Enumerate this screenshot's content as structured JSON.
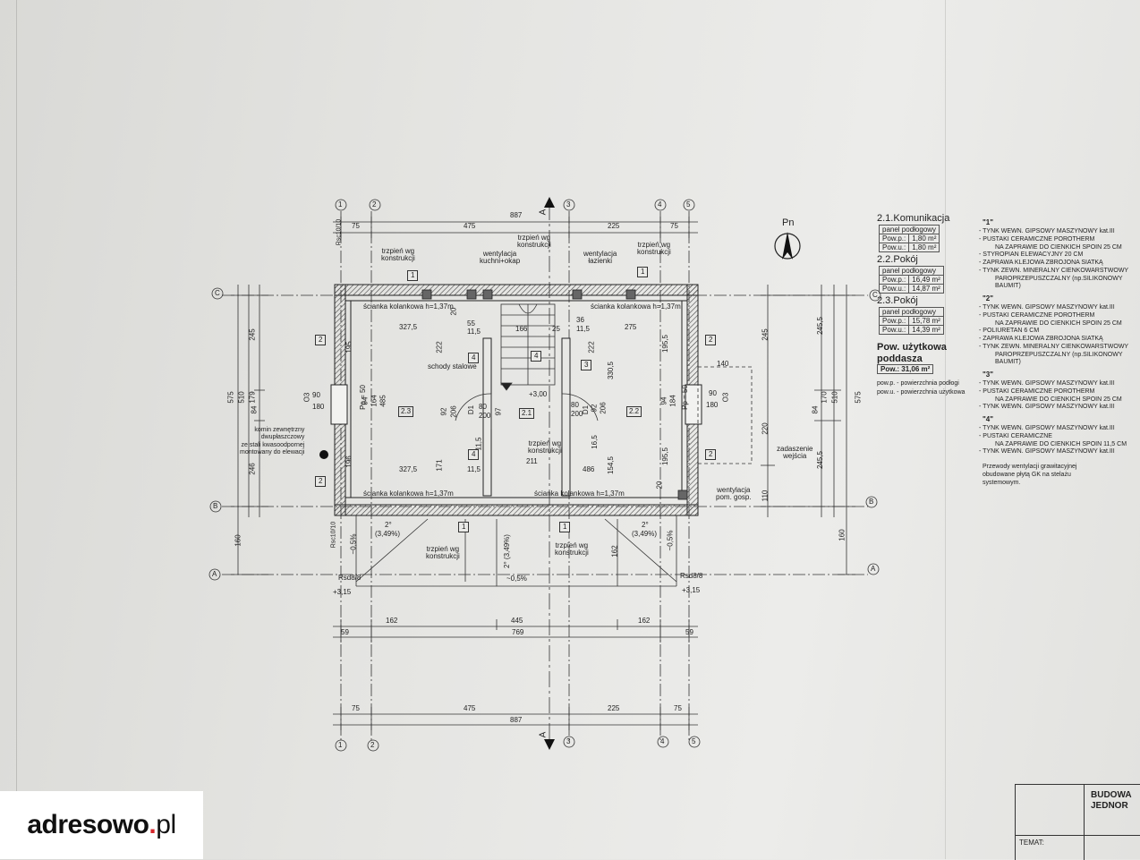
{
  "dims": {
    "top": [
      "75",
      "475",
      "887",
      "225",
      "75"
    ],
    "bottom": [
      "75",
      "475",
      "887",
      "225",
      "75"
    ],
    "wall": [
      "162",
      "445",
      "162",
      "59",
      "769",
      "59"
    ],
    "left": [
      "575",
      "510",
      "179",
      "84",
      "245",
      "246",
      "160"
    ],
    "right": [
      "575",
      "510",
      "170",
      "84",
      "245,5",
      "245,5",
      "245",
      "220",
      "110",
      "160"
    ]
  },
  "axes": {
    "cols": [
      "1",
      "2",
      "3",
      "4",
      "5"
    ],
    "rows": [
      "C",
      "B",
      "A"
    ],
    "section": "A"
  },
  "north": "Pn",
  "rooms": [
    {
      "num": "2.1",
      "name": "Komunikacja",
      "rows": [
        [
          "panel podłogowy",
          ""
        ],
        [
          "Pow.p.:",
          "1,80 m²"
        ],
        [
          "Pow.u.:",
          "1,80 m²"
        ]
      ]
    },
    {
      "num": "2.2",
      "name": "Pokój",
      "rows": [
        [
          "panel podłogowy",
          ""
        ],
        [
          "Pow.p.:",
          "16,49 m²"
        ],
        [
          "Pow.u.:",
          "14,87 m²"
        ]
      ]
    },
    {
      "num": "2.3",
      "name": "Pokój",
      "rows": [
        [
          "panel podłogowy",
          ""
        ],
        [
          "Pow.p.:",
          "15,78 m²"
        ],
        [
          "Pow.u.:",
          "14,39 m²"
        ]
      ]
    }
  ],
  "usable": {
    "title_1": "Pow. użytkowa",
    "title_2": "poddasza",
    "total": "Pow.: 31,06 m²",
    "note_1": "pow.p. - powierzchnia podłogi",
    "note_2": "pow.u. - powierzchnia użytkowa"
  },
  "specs": [
    {
      "num": "\"1\"",
      "lines": [
        "- TYNK WEWN. GIPSOWY MASZYNOWY kat.III",
        "- PUSTAKI CERAMICZNE POROTHERM",
        "NA ZAPRAWIE DO CIENKICH SPOIN 25 CM",
        "- STYROPIAN ELEWACYJNY 20 CM",
        "- ZAPRAWA KLEJOWA ZBROJONA SIATKĄ",
        "- TYNK ZEWN. MINERALNY CIENKOWARSTWOWY",
        "PAROPRZEPUSZCZALNY (np.SILIKONOWY",
        "BAUMIT)"
      ]
    },
    {
      "num": "\"2\"",
      "lines": [
        "- TYNK WEWN. GIPSOWY MASZYNOWY kat.III",
        "- PUSTAKI CERAMICZNE POROTHERM",
        "NA ZAPRAWIE DO CIENKICH SPOIN 25 CM",
        "- POLIURETAN 6 CM",
        "- ZAPRAWA KLEJOWA ZBROJONA SIATKĄ",
        "- TYNK ZEWN. MINERALNY CIENKOWARSTWOWY",
        "PAROPRZEPUSZCZALNY (np.SILIKONOWY",
        "BAUMIT)"
      ]
    },
    {
      "num": "\"3\"",
      "lines": [
        "- TYNK WEWN. GIPSOWY MASZYNOWY kat.III",
        "- PUSTAKI CERAMICZNE POROTHERM",
        "NA ZAPRAWIE DO CIENKICH SPOIN 25 CM",
        "- TYNK WEWN. GIPSOWY MASZYNOWY kat.III"
      ]
    },
    {
      "num": "\"4\"",
      "lines": [
        "- TYNK WEWN. GIPSOWY MASZYNOWY kat.III",
        "- PUSTAKI CERAMICZNE",
        "NA ZAPRAWIE DO CIENKICH SPOIN 11,5 CM",
        "- TYNK WEWN. GIPSOWY MASZYNOWY kat.III"
      ]
    }
  ],
  "vent_note": [
    "Przewody wentylacji grawitacyjnej",
    "obudowane płytą GK na stelażu",
    "systemowym."
  ],
  "labels": {
    "knee_top_left": "ścianka kolankowa h=1,37m",
    "knee_top_right": "ścianka kolankowa h=1,37m",
    "knee_bot_left": "ścianka kolankowa h=1,37m",
    "knee_bot_right": "ścianka kolankowa h=1,37m",
    "trzpien": "trzpień wg",
    "konstrukcji": "konstrukcji",
    "went_kuchni_1": "wentylacja",
    "went_kuchni_2": "kuchni+okap",
    "went_laz_1": "wentylacja",
    "went_laz_2": "łazienki",
    "went_gosp_1": "wentylacja",
    "went_gosp_2": "pom. gosp.",
    "schody": "schody stalowe",
    "komin": [
      "komin zewnętrzny",
      "dwupłaszczowy",
      "ze stali kwasoodpornej",
      "montowany do elewacji"
    ],
    "zadaszenie": [
      "zadaszenie",
      "wejścia"
    ],
    "rsc_top": "Rsc10/10",
    "rsc_left": "Rsc10/10",
    "rsd_left": "Rsd8/8",
    "rsd_right": "Rsd8/8",
    "level_left": "+3,15",
    "level_right": "+3,15",
    "level_mid": "+3,00",
    "slope_left_1": "2°",
    "slope_left_2": "(3,49%)",
    "slope_right_1": "2°",
    "slope_right_2": "(3,49%)",
    "slope_mid": "2° (3,49%)",
    "slope_small_l": "~0,5%",
    "slope_small_r": "~0,5%",
    "slope_bottom": "~0,5%",
    "room_21": "2.1",
    "room_22": "2.2",
    "room_23": "2.3",
    "ppl": "Pp = 50",
    "ppr": "Pp = 50",
    "door_l1": "D1",
    "door_l2": "D1",
    "o3l": "O3",
    "o3r": "O3",
    "dim_3275a": "327,5",
    "dim_3275b": "327,5",
    "dim_275": "275",
    "dim_195": "195",
    "dim_196": "196",
    "dim_1955a": "195,5",
    "dim_1955b": "195,5",
    "dim_222a": "222",
    "dim_222b": "222",
    "dim_3305": "330,5",
    "dim_171": "171",
    "dim_1545": "154,5",
    "dim_486": "486",
    "dim_211": "211",
    "dim_115a": "11,5",
    "dim_115b": "11,5",
    "dim_115c": "11,5",
    "dim_115d": "11,5",
    "dim_55": "55",
    "dim_36": "36",
    "dim_25": "25",
    "dim_166": "166",
    "dim_140": "140",
    "dim_80a": "80",
    "dim_80b": "80",
    "dim_200a": "200",
    "dim_200b": "200",
    "dim_90a": "90",
    "dim_90b": "90",
    "dim_180a": "180",
    "dim_180b": "180",
    "dim_165": "16,5",
    "dim_20a": "20",
    "dim_20b": "20",
    "dim_162": "162",
    "dim_97": "97",
    "dim_92a": "92",
    "dim_92b": "92",
    "dim_206a": "206",
    "dim_206b": "206",
    "dim_94a": "94",
    "dim_94b": "94",
    "dim_164": "164",
    "dim_485": "485",
    "dim_184": "184"
  },
  "wall_tags": [
    "1",
    "1",
    "1",
    "1",
    "2",
    "2",
    "2",
    "2",
    "2",
    "2",
    "3",
    "4",
    "4",
    "4"
  ],
  "logo": {
    "text": "adresowo",
    "dot": ".",
    "tld": "pl"
  },
  "titleblock": {
    "line1": "BUDOWA",
    "line2": "JEDNOR",
    "label": "TEMAT:"
  },
  "colors": {
    "wall_hatch": "#555555",
    "logo_dot": "#d6262b",
    "paper": "#e6e6e3"
  }
}
